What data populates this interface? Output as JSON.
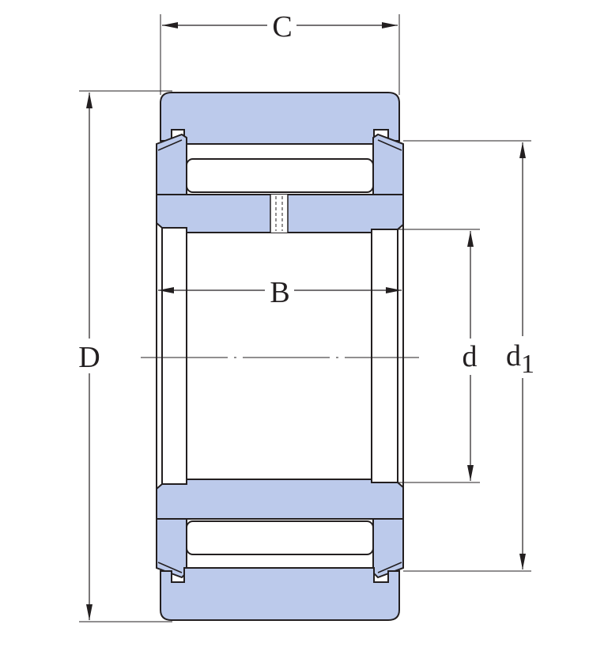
{
  "diagram": {
    "labels": {
      "C": "C",
      "B": "B",
      "D": "D",
      "d": "d",
      "d1_main": "d",
      "d1_sub": "1"
    },
    "colors": {
      "part_fill": "#bccaeb",
      "outline": "#231f20",
      "background": "#ffffff"
    }
  }
}
